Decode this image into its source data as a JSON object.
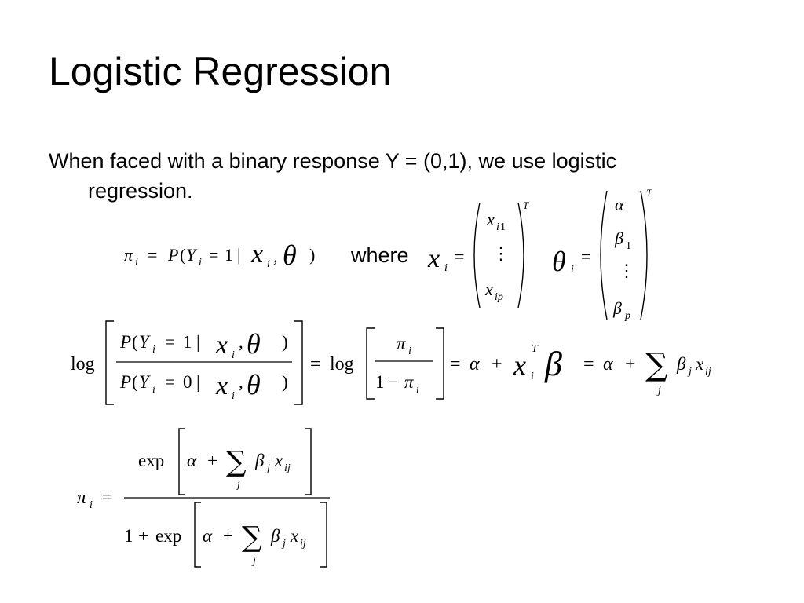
{
  "slide": {
    "title": "Logistic Regression",
    "body": {
      "line1": "When faced with a binary response Y = (0,1), we use logistic",
      "line2": "regression."
    },
    "where_label": "where"
  }
}
